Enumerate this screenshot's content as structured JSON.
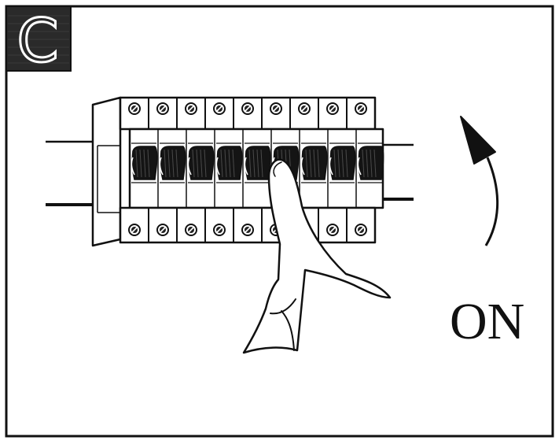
{
  "step": {
    "label": "C"
  },
  "action": {
    "label": "ON"
  },
  "breaker_panel": {
    "module_count": 9
  },
  "colors": {
    "ink": "#111111",
    "paper": "#ffffff",
    "badge_fill": "#2a2a2a"
  },
  "icons": {
    "arrow": "curved-up-arrow-icon",
    "hand": "pointing-hand-icon",
    "screw": "terminal-screw-icon"
  }
}
